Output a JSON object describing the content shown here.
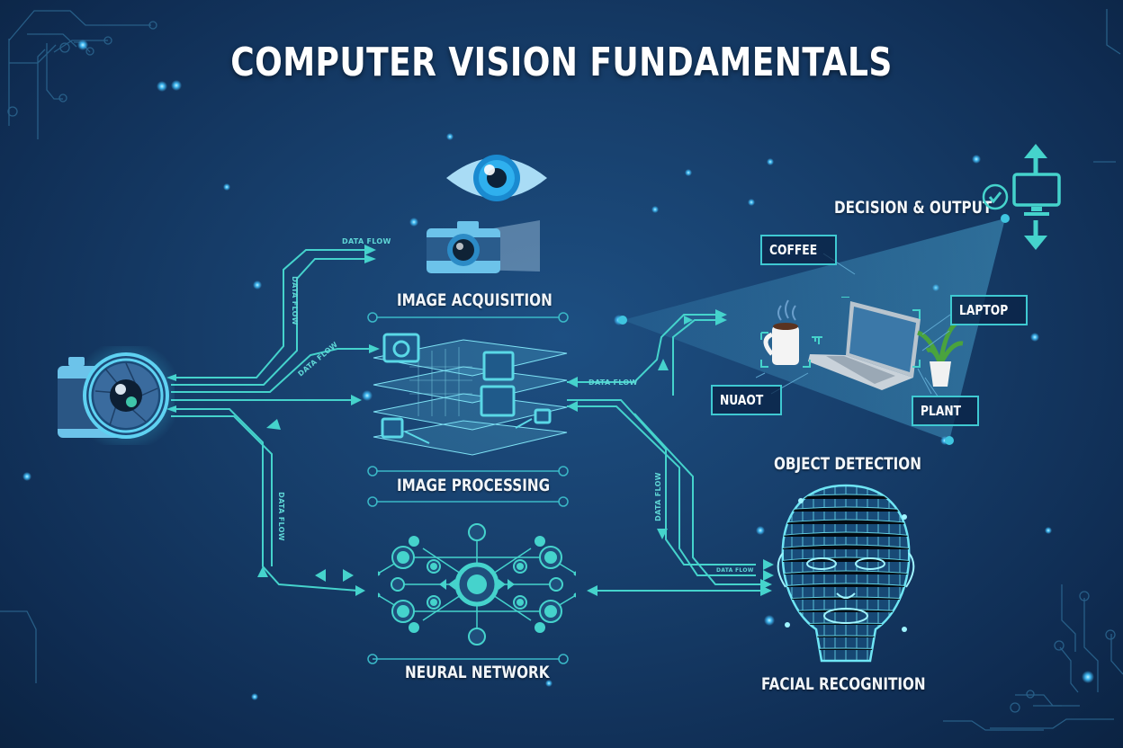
{
  "title": "COMPUTER VISION FUNDAMENTALS",
  "colors": {
    "background": "#173f6c",
    "accent": "#3fd2cf",
    "text": "#ffffff",
    "eye_blue": "#2aa6e6"
  },
  "stages": {
    "image_acquisition": "IMAGE ACQUISITION",
    "image_processing": "IMAGE PROCESSING",
    "neural_network": "NEURAL NETWORK",
    "object_detection": "OBJECT DETECTION",
    "facial_recognition": "FACIAL RECOGNITION",
    "decision_output": "DECISION & OUTPUT"
  },
  "detection_tags": {
    "coffee": "COFFEE",
    "laptop": "LAPTOP",
    "plant": "PLANT",
    "unknown": "NUAOT"
  },
  "flow_labels": {
    "top": "DATA FLOW",
    "diagonal": "DATA FLOW",
    "vertical_left_upper": "DATA FLOW",
    "vertical_left_lower": "DATA FLOW",
    "right_middle": "DATA FLOW",
    "vertical_right": "DATA FLOW",
    "bottom_right": "DATA FLOW"
  },
  "icons": {
    "eye": "eye-icon",
    "camera_top": "camera-icon",
    "camera_left": "camera-lens-icon",
    "monitor": "monitor-icon",
    "check": "check-circle-icon",
    "neural": "neural-network-icon",
    "face": "face-wireframe-icon",
    "coffee": "coffee-mug-icon",
    "laptop": "laptop-icon",
    "plant": "plant-icon"
  }
}
